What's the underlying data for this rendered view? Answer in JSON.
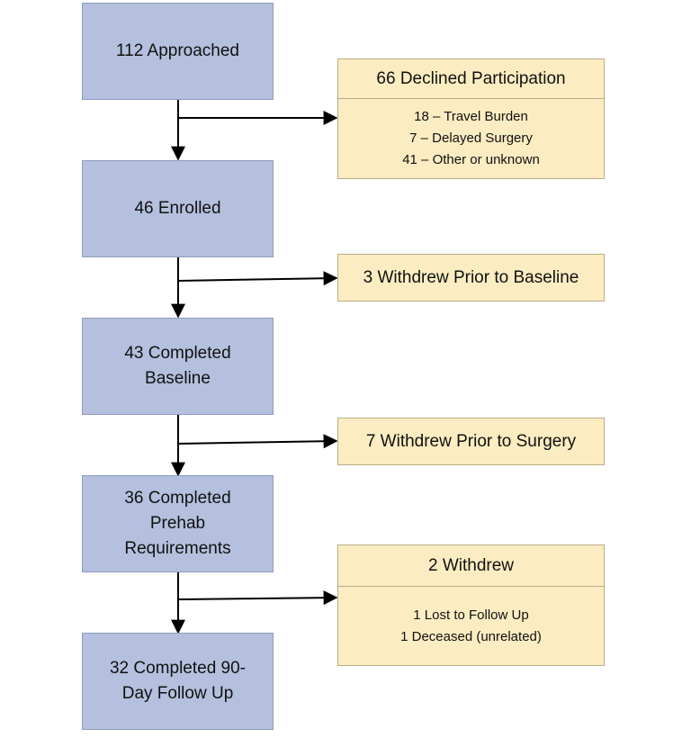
{
  "main_steps": [
    {
      "lines": [
        "112 Approached"
      ]
    },
    {
      "lines": [
        "46 Enrolled"
      ]
    },
    {
      "lines": [
        "43 Completed",
        "Baseline"
      ]
    },
    {
      "lines": [
        "36 Completed",
        "Prehab",
        "Requirements"
      ]
    },
    {
      "lines": [
        "32 Completed 90-",
        "Day Follow Up"
      ]
    }
  ],
  "exclusions": [
    {
      "title": "66 Declined Participation",
      "details": [
        "18 – Travel Burden",
        "7 – Delayed Surgery",
        "41 – Other or unknown"
      ]
    },
    {
      "title": "3 Withdrew Prior to Baseline"
    },
    {
      "title": "7 Withdrew Prior to Surgery"
    },
    {
      "title": "2 Withdrew",
      "details": [
        "1 Lost to Follow Up",
        "1 Deceased (unrelated)"
      ]
    }
  ],
  "colors": {
    "main_box": "#b4c0de",
    "exclusion_box": "#fbedc1",
    "arrow": "#000000"
  }
}
